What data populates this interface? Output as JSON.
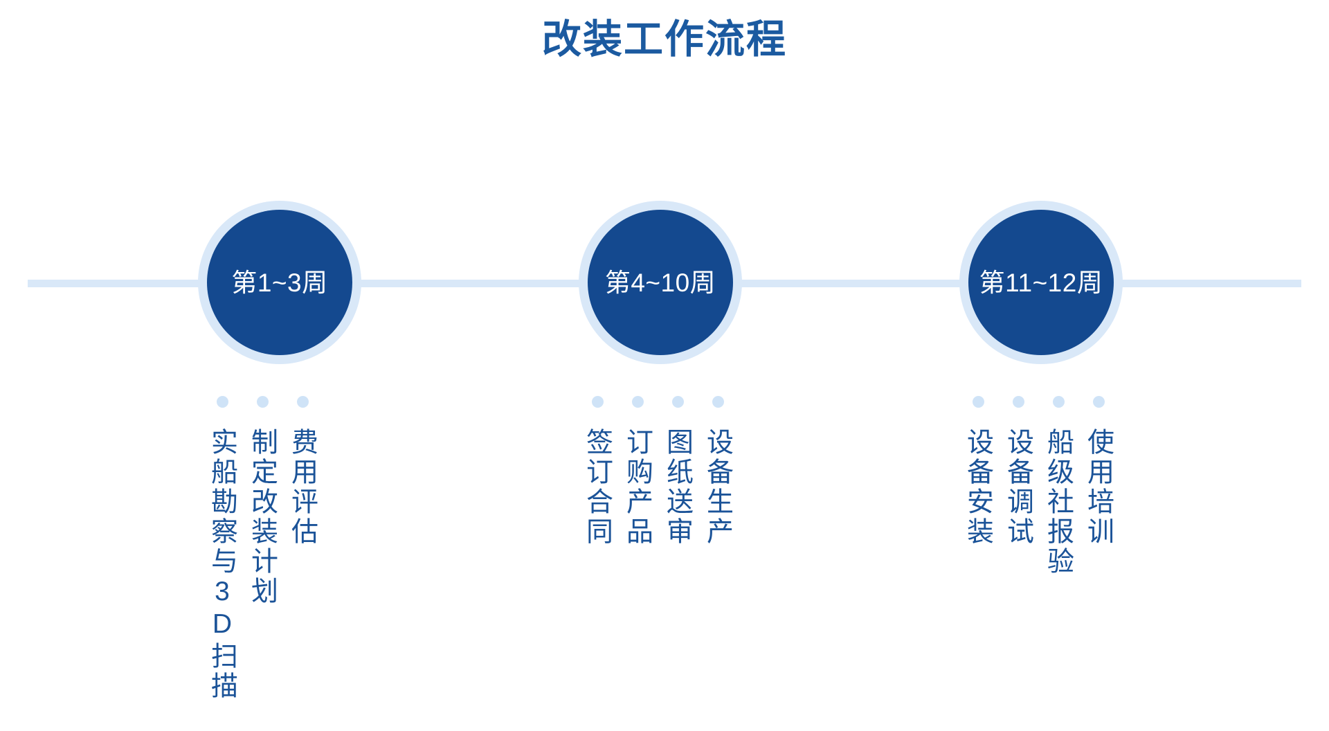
{
  "title": "改装工作流程",
  "colors": {
    "title": "#1b5aa0",
    "disc": "#14498f",
    "ring": "#d9e8f8",
    "line": "#d9e8f8",
    "dot": "#cfe3f7",
    "task_text": "#1b5398",
    "background": "#ffffff"
  },
  "timeline": {
    "stages": [
      {
        "label": "第1~3周",
        "tasks": [
          "费用评估",
          "制定改装计划",
          "实船勘察与3D扫描"
        ]
      },
      {
        "label": "第4~10周",
        "tasks": [
          "设备生产",
          "图纸送审",
          "订购产品",
          "签订合同"
        ]
      },
      {
        "label": "第11~12周",
        "tasks": [
          "使用培训",
          "船级社报验",
          "设备调试",
          "设备安装"
        ]
      }
    ]
  }
}
